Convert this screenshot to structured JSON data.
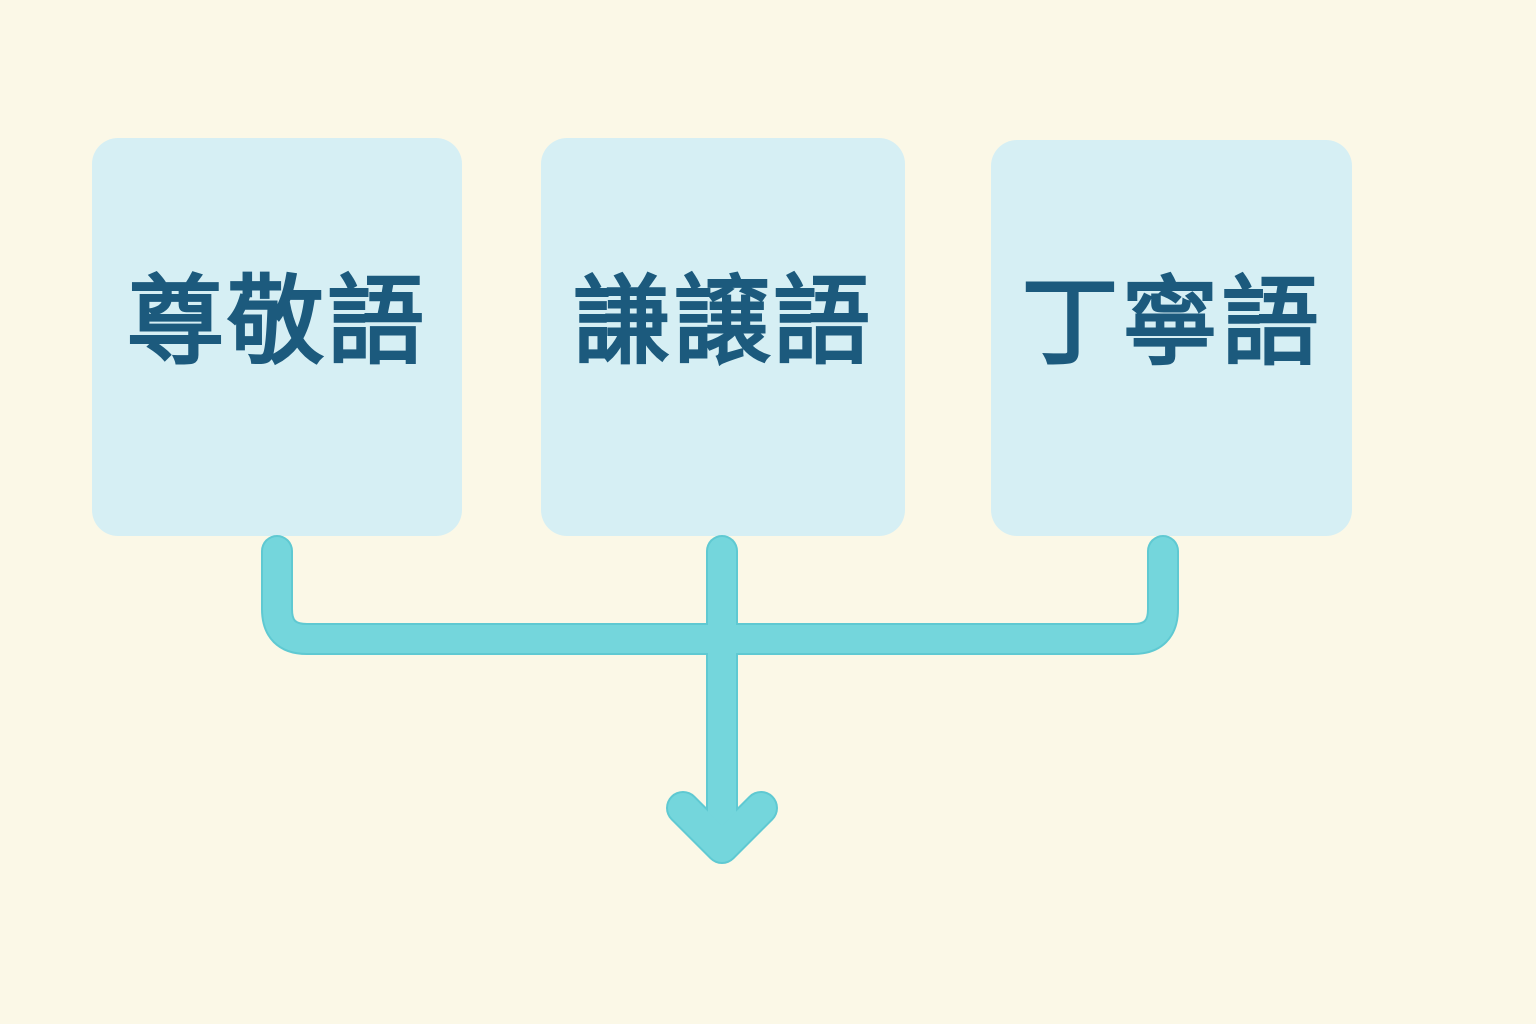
{
  "diagram": {
    "cards": [
      {
        "label": "尊敬語"
      },
      {
        "label": "謙譲語"
      },
      {
        "label": "丁寧語"
      }
    ],
    "icons": {
      "merge_arrow": "arrow-down-icon"
    },
    "colors": {
      "background": "#FBF8E7",
      "card_fill": "#D6EFF4",
      "label_text": "#1C5A7D",
      "connector": "#74D6DC",
      "connector_edge": "#5FC9D2"
    }
  }
}
